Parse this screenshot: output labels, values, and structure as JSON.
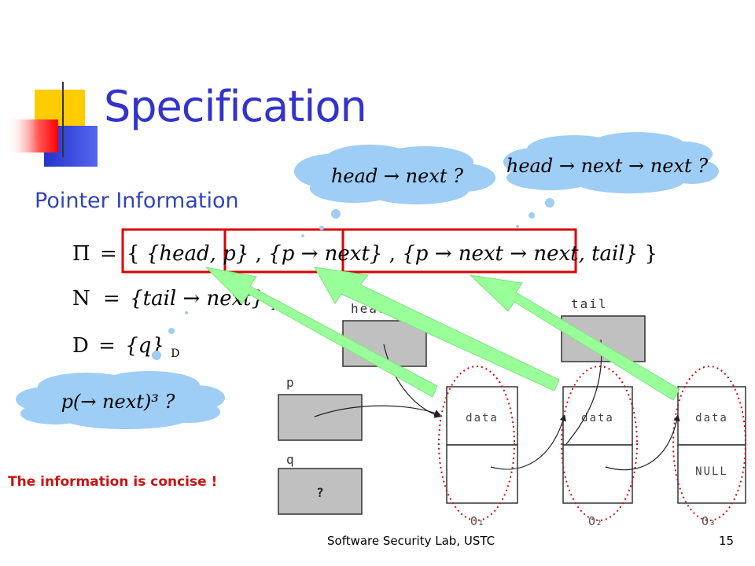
{
  "slide": {
    "title": "Specification",
    "subtitle": "Pointer Information",
    "note": "The information is concise !",
    "footer": "Software Security Lab, USTC",
    "page_number": "15"
  },
  "colors": {
    "title": "#3333cc",
    "highlight_box": "#dd0000",
    "cloud": "#9ecdf5",
    "arrow": "#99ff99",
    "node_fill": "#c0c0c0"
  },
  "formulas": {
    "pi": {
      "symbol": "Π",
      "eq": "=",
      "open": "{",
      "g1": "{head, p}",
      "sep1": ",",
      "g2": "{p → next}",
      "sep2": ",",
      "g3": "{p → next → next, tail}",
      "close": "}"
    },
    "n": {
      "symbol": "N",
      "eq": "=",
      "body": "{tail → next}",
      "subscript": "N"
    },
    "d": {
      "symbol": "D",
      "eq": "=",
      "body": "{q}",
      "subscript": "D"
    }
  },
  "clouds": [
    {
      "text": "head → next ?"
    },
    {
      "text": "head → next → next ?"
    },
    {
      "text": "p(→ next)³ ?"
    }
  ],
  "diagram": {
    "vars": {
      "head": "head",
      "tail": "tail",
      "p": "p",
      "q": "q",
      "q_value": "?"
    },
    "nodes": [
      {
        "data": "data",
        "next": "",
        "label": "O₁"
      },
      {
        "data": "data",
        "next": "",
        "label": "O₂"
      },
      {
        "data": "data",
        "next": "NULL",
        "label": "O₃"
      }
    ]
  }
}
